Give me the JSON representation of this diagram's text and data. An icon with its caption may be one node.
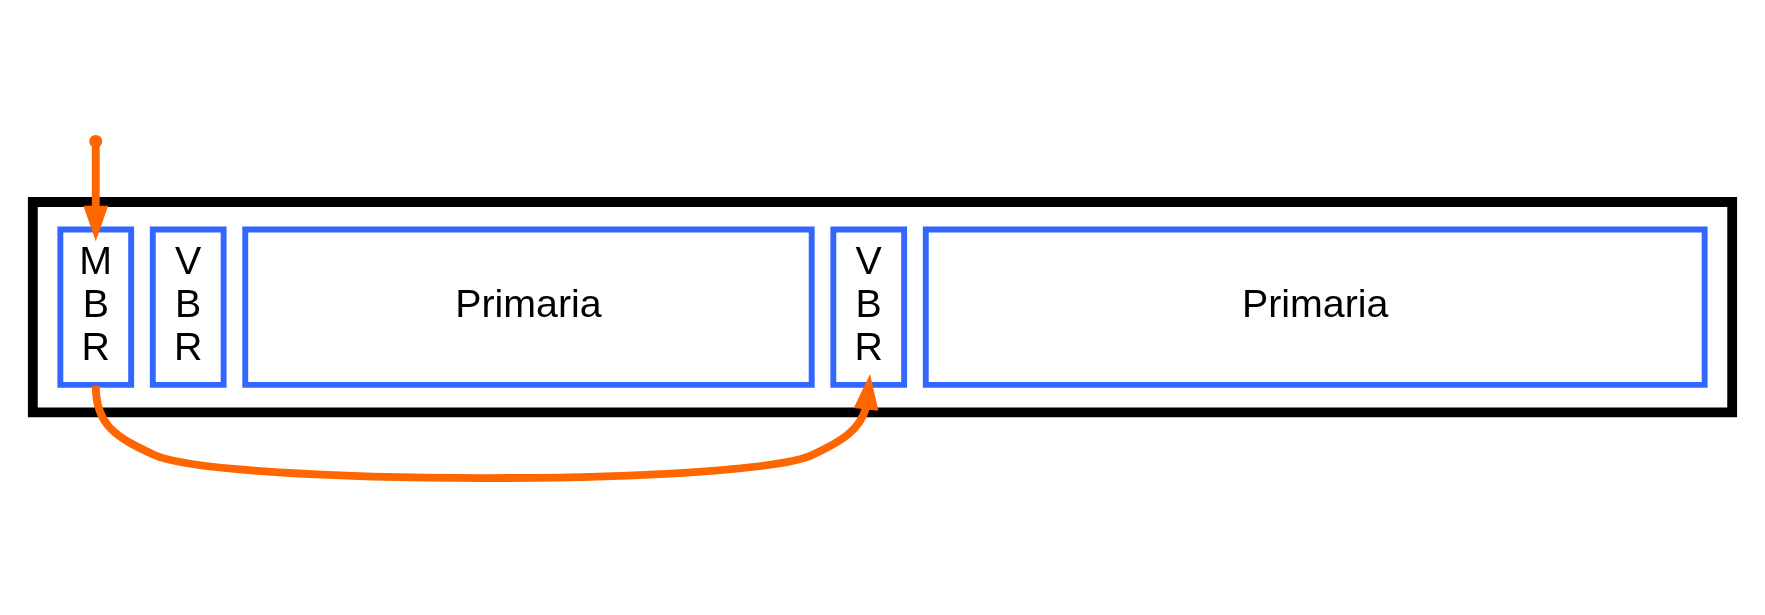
{
  "diagram": {
    "nodes": [
      {
        "text": [],
        "shape": "box"
      },
      {
        "text": [
          "M B R"
        ],
        "in": 0
      },
      {
        "text": [
          "V B R"
        ],
        "in": 0
      },
      {
        "text": [
          "Primaria"
        ],
        "in": 0
      },
      {
        "text": [
          "V B R"
        ],
        "in": 0
      },
      {
        "text": [
          "Primaria"
        ],
        "in": 0
      }
    ],
    "edges": [
      {
        "from": null,
        "to": 1,
        "arrow": "to",
        "color": "#ff6600"
      },
      {
        "from": 1,
        "to": 4,
        "arrow": "to",
        "color": "#ff6600"
      }
    ]
  }
}
